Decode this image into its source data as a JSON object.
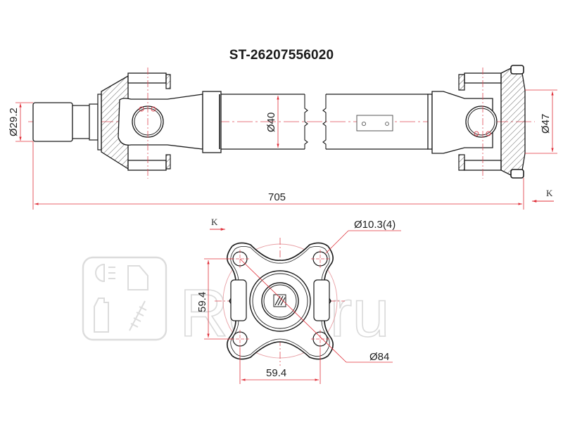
{
  "title": "ST-26207556020",
  "side_view": {
    "dimensions": {
      "input_shaft_diameter": "Ø29.2",
      "tube_diameter": "Ø40",
      "flange_diameter": "Ø47",
      "overall_length": "705"
    },
    "view_marker": "K"
  },
  "flange_view": {
    "view_marker": "K",
    "dimensions": {
      "bolt_hole": "Ø10.3(4)",
      "bolt_spacing_vertical": "59.4",
      "bolt_spacing_horizontal": "59.4",
      "bolt_circle_diameter": "Ø84"
    }
  },
  "watermark": {
    "text": "Rolli.ru",
    "icons": [
      "headlight-icon",
      "car-door-icon",
      "oil-bottle-icon",
      "shock-absorber-icon"
    ]
  },
  "colors": {
    "line": "#1a1a1a",
    "dimension": "#e0303a",
    "centerline": "#e04a55",
    "watermark": "#d9d9d9"
  }
}
